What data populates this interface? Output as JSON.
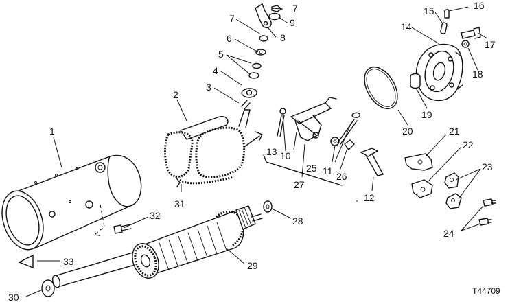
{
  "figure": {
    "reference": "T44709",
    "callouts": [
      {
        "id": "c1",
        "text": "1"
      },
      {
        "id": "c2",
        "text": "2"
      },
      {
        "id": "c3",
        "text": "3"
      },
      {
        "id": "c4",
        "text": "4"
      },
      {
        "id": "c5",
        "text": "5"
      },
      {
        "id": "c6",
        "text": "6"
      },
      {
        "id": "c7a",
        "text": "7"
      },
      {
        "id": "c7b",
        "text": "7"
      },
      {
        "id": "c8",
        "text": "8"
      },
      {
        "id": "c9",
        "text": "9"
      },
      {
        "id": "c10",
        "text": "10"
      },
      {
        "id": "c11",
        "text": "11"
      },
      {
        "id": "c12",
        "text": "12"
      },
      {
        "id": "c13",
        "text": "13"
      },
      {
        "id": "c14",
        "text": "14"
      },
      {
        "id": "c15",
        "text": "15"
      },
      {
        "id": "c16",
        "text": "16"
      },
      {
        "id": "c17",
        "text": "17"
      },
      {
        "id": "c18",
        "text": "18"
      },
      {
        "id": "c19",
        "text": "19"
      },
      {
        "id": "c20",
        "text": "20"
      },
      {
        "id": "c21",
        "text": "21"
      },
      {
        "id": "c22",
        "text": "22"
      },
      {
        "id": "c23",
        "text": "23"
      },
      {
        "id": "c24",
        "text": "24"
      },
      {
        "id": "c25",
        "text": "25"
      },
      {
        "id": "c26",
        "text": "26"
      },
      {
        "id": "c27",
        "text": "27"
      },
      {
        "id": "c28",
        "text": "28"
      },
      {
        "id": "c29",
        "text": "29"
      },
      {
        "id": "c30",
        "text": "30"
      },
      {
        "id": "c31",
        "text": "31"
      },
      {
        "id": "c32",
        "text": "32"
      },
      {
        "id": "c33",
        "text": "33"
      }
    ]
  }
}
